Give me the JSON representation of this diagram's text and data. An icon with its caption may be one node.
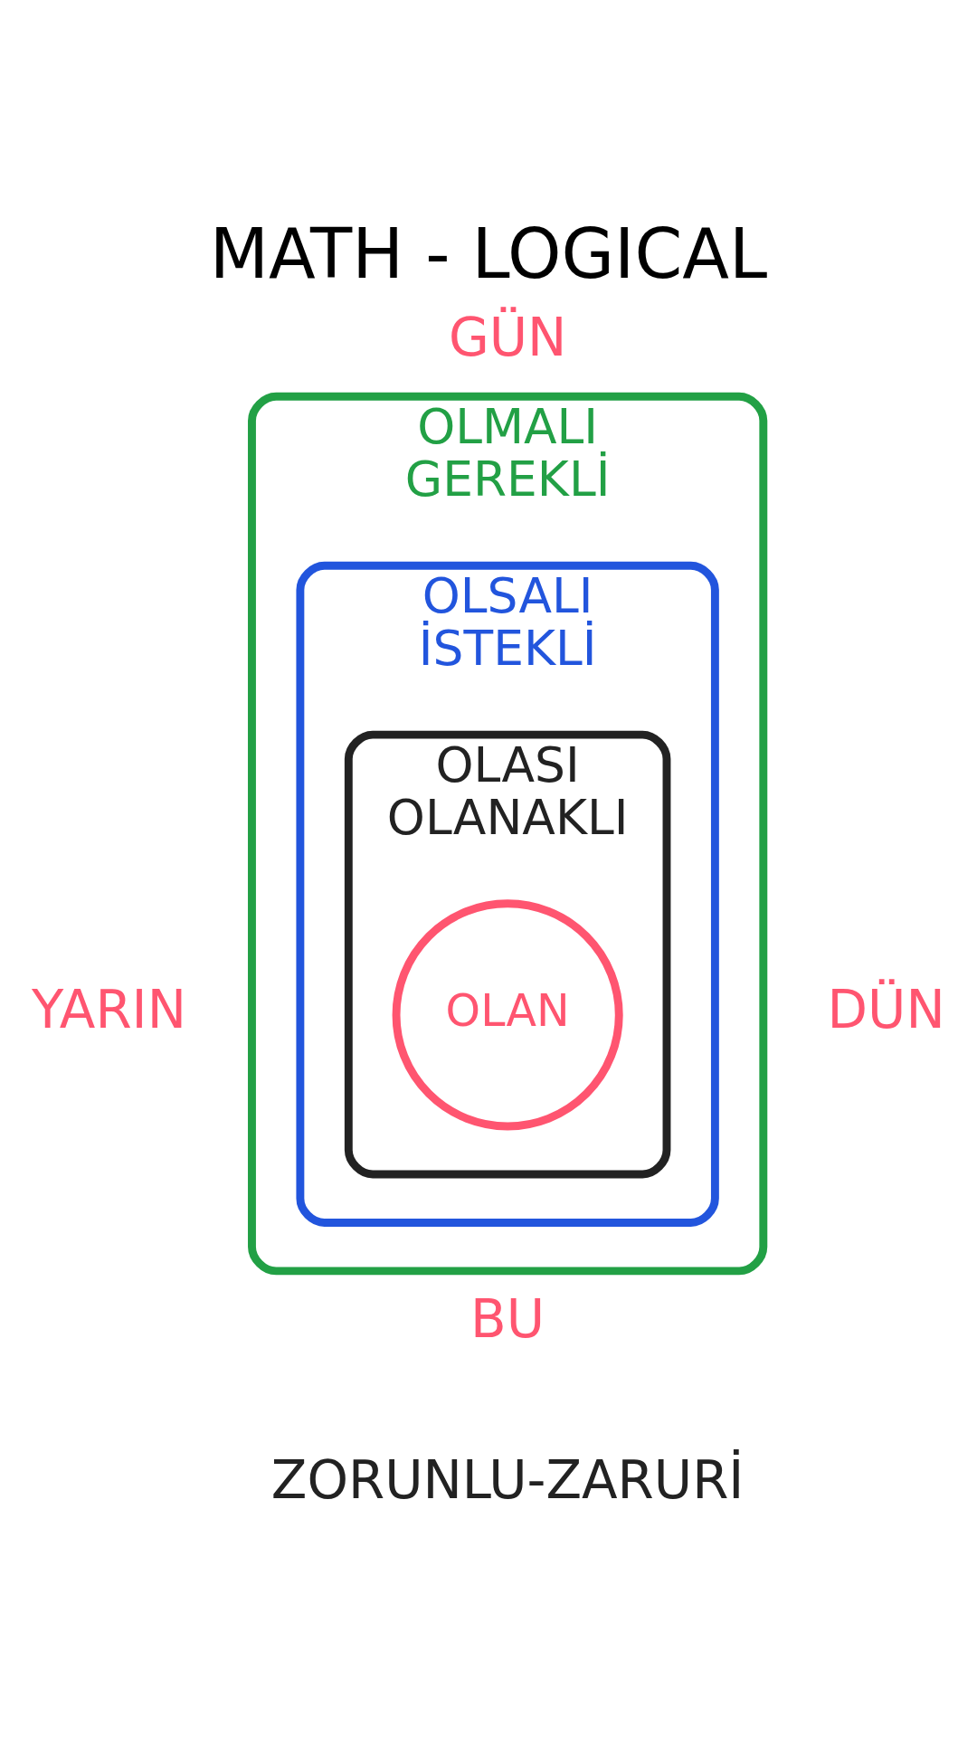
{
  "diagram": {
    "title": "MATH - LOGICAL",
    "nodes": [
      {
        "text": [
          "OLMALI",
          "GEREKLİ"
        ]
      },
      {
        "text": [
          "OLSALI",
          "İSTEKLİ"
        ],
        "in": 0
      },
      {
        "text": [
          "OLASI",
          "OLANAKLI"
        ],
        "in": 1
      },
      {
        "text": [
          "OLAN"
        ],
        "in": 2
      }
    ],
    "edges": [],
    "labels": [
      "GÜN",
      "YARIN",
      "DÜN",
      "BU",
      "ZORUNLU-ZARURİ"
    ]
  }
}
